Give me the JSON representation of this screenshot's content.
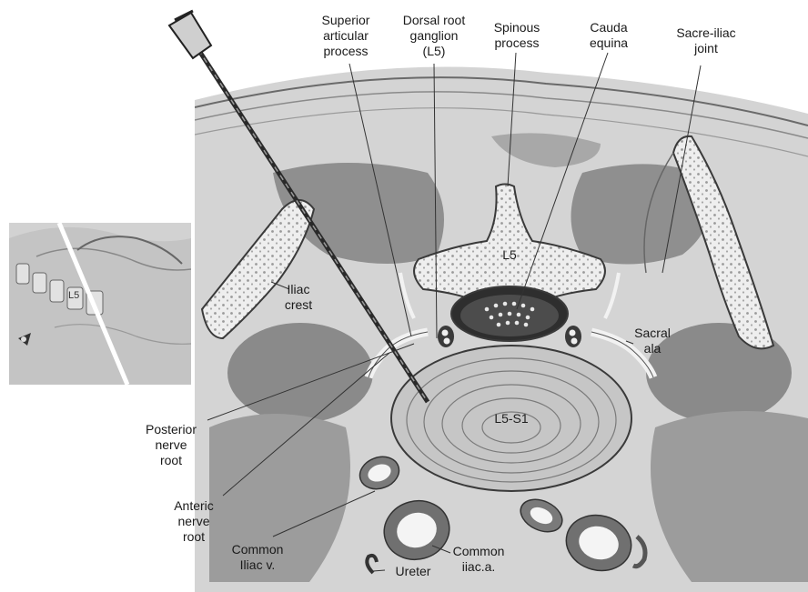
{
  "labels": {
    "superior_articular": "Superior\narticular\nprocess",
    "dorsal_root_ganglion": "Dorsal root\nganglion\n(L5)",
    "spinous_process": "Spinous\nprocess",
    "cauda_equina": "Cauda\nequina",
    "sacroiliac_joint": "Sacre-iliac\njoint",
    "iliac_crest": "Iliac\ncrest",
    "sacral_ala": "Sacral\nala",
    "posterior_nerve_root": "Posterior\nnerve\nroot",
    "anteric_nerve_root": "Anteric\nnerve\nroot",
    "common_iliac_v": "Common\nIliac v.",
    "ureter": "Ureter",
    "common_iliac_a": "Common\niiac.a.",
    "vertebra": "L5",
    "disc": "L5-S1",
    "inset_vertebra": "L5"
  },
  "colors": {
    "skin": "#d6d6d6",
    "tissue": "#b9b9b9",
    "muscle": "#8f8f8f",
    "bone": "#ececec",
    "outline": "#3a3a3a",
    "disc": "#c9c9c9"
  }
}
